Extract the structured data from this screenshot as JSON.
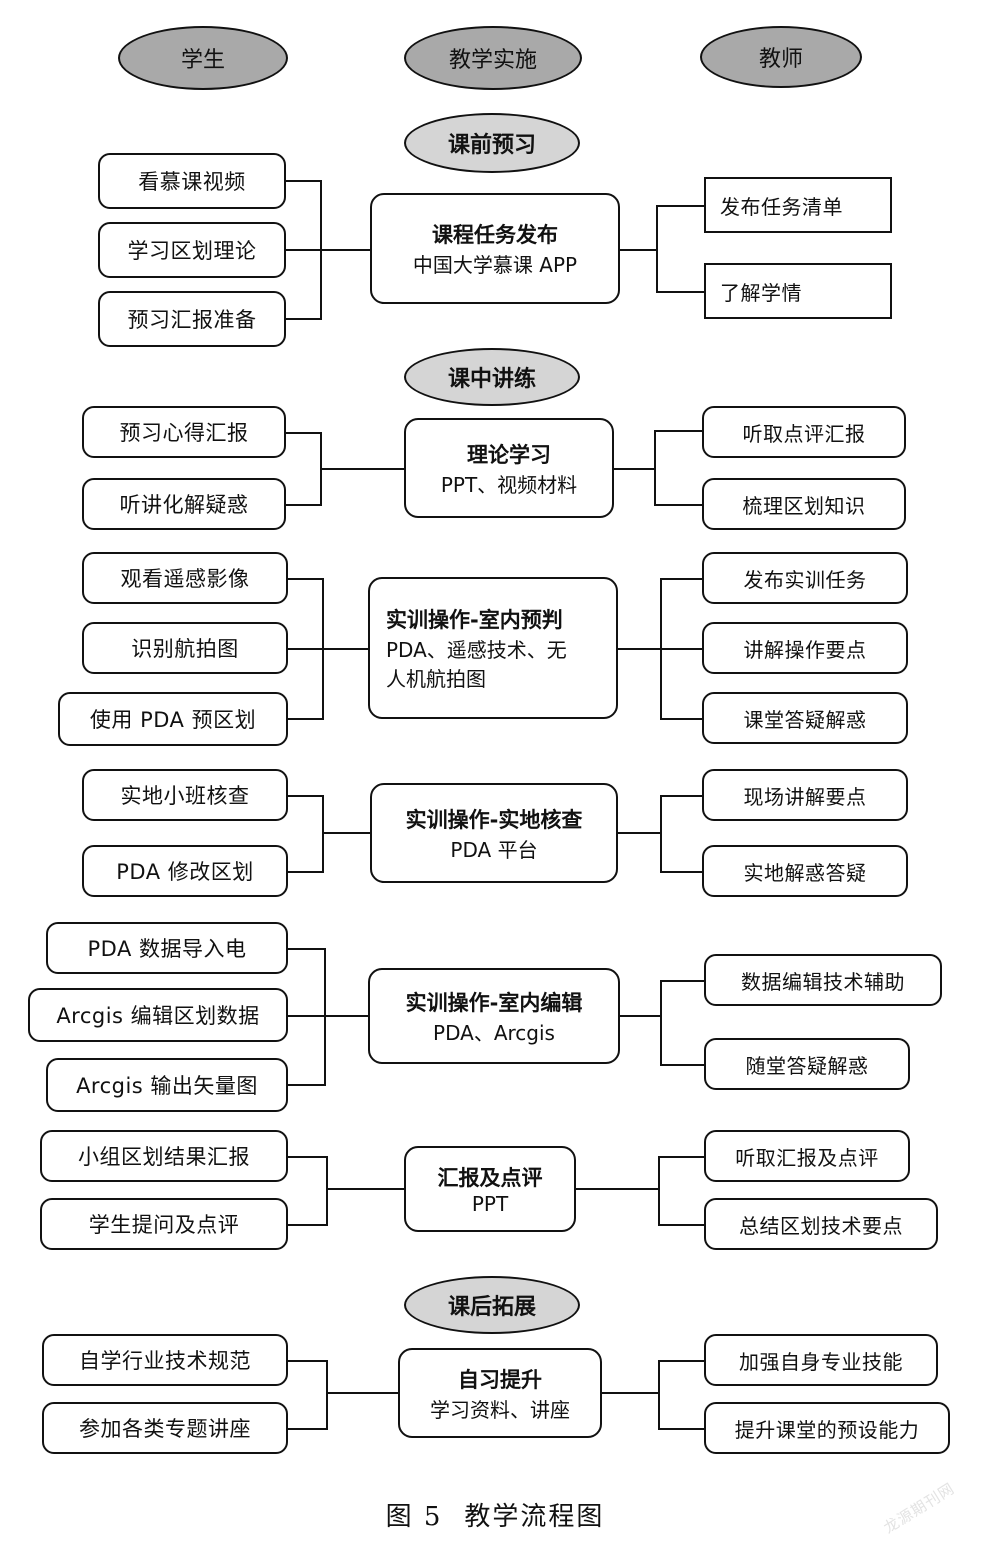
{
  "figure": {
    "caption_label": "图 5",
    "caption_title": "教学流程图",
    "watermark": "龙源期刊网"
  },
  "columns": [
    {
      "id": "students",
      "label": "学生"
    },
    {
      "id": "implementation",
      "label": "教学实施"
    },
    {
      "id": "teacher",
      "label": "教师"
    }
  ],
  "stages": [
    {
      "id": "pre-class",
      "label": "课前预习",
      "center": {
        "title": "课程任务发布",
        "subtitle": "中国大学慕课 APP"
      },
      "student_tasks": [
        "看慕课视频",
        "学习区划理论",
        "预习汇报准备"
      ],
      "teacher_tasks": [
        "发布任务清单",
        "了解学情"
      ]
    },
    {
      "id": "in-class-lecture",
      "label": "课中讲练",
      "center": {
        "title": "理论学习",
        "subtitle": "PPT、视频材料"
      },
      "student_tasks": [
        "预习心得汇报",
        "听讲化解疑惑"
      ],
      "teacher_tasks": [
        "听取点评汇报",
        "梳理区划知识"
      ]
    },
    {
      "id": "indoor-prediction",
      "label": "",
      "center": {
        "title": "实训操作-室内预判",
        "subtitle": "PDA、遥感技术、无",
        "subtitle2": "人机航拍图"
      },
      "student_tasks": [
        "观看遥感影像",
        "识别航拍图",
        "使用 PDA 预区划"
      ],
      "teacher_tasks": [
        "发布实训任务",
        "讲解操作要点",
        "课堂答疑解惑"
      ]
    },
    {
      "id": "field-check",
      "label": "",
      "center": {
        "title": "实训操作-实地核查",
        "subtitle": "PDA 平台"
      },
      "student_tasks": [
        "实地小班核查",
        "PDA 修改区划"
      ],
      "teacher_tasks": [
        "现场讲解要点",
        "实地解惑答疑"
      ]
    },
    {
      "id": "indoor-editing",
      "label": "",
      "center": {
        "title": "实训操作-室内编辑",
        "subtitle": "PDA、Arcgis"
      },
      "student_tasks": [
        "PDA  数据导入电",
        "Arcgis 编辑区划数据",
        "Arcgis 输出矢量图"
      ],
      "teacher_tasks": [
        "数据编辑技术辅助",
        "随堂答疑解惑"
      ]
    },
    {
      "id": "report-review",
      "label": "",
      "center": {
        "title": "汇报及点评",
        "subtitle": "PPT"
      },
      "student_tasks": [
        "小组区划结果汇报",
        "学生提问及点评"
      ],
      "teacher_tasks": [
        "听取汇报及点评",
        "总结区划技术要点"
      ]
    },
    {
      "id": "post-class",
      "label": "课后拓展",
      "center": {
        "title": "自习提升",
        "subtitle": "学习资料、讲座"
      },
      "student_tasks": [
        "自学行业技术规范",
        "参加各类专题讲座"
      ],
      "teacher_tasks": [
        "加强自身专业技能",
        "提升课堂的预设能力"
      ]
    }
  ],
  "colors": {
    "header_ellipse_fill": "#a9a9a9",
    "stage_ellipse_fill": "#d5d5d5",
    "stroke": "#111111",
    "box_fill": "#ffffff"
  }
}
